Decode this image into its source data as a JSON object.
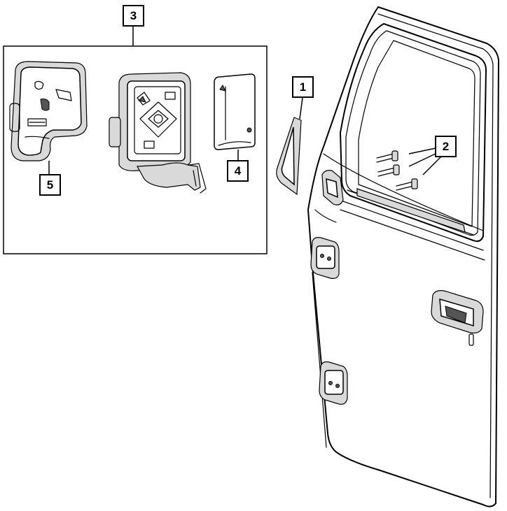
{
  "callouts": [
    {
      "id": "callout-1",
      "label": "1"
    },
    {
      "id": "callout-2",
      "label": "2"
    },
    {
      "id": "callout-3",
      "label": "3"
    },
    {
      "id": "callout-4",
      "label": "4"
    },
    {
      "id": "callout-5",
      "label": "5"
    }
  ],
  "colors": {
    "line": "#000000",
    "shade": "#d9d9d9",
    "background": "#ffffff"
  }
}
